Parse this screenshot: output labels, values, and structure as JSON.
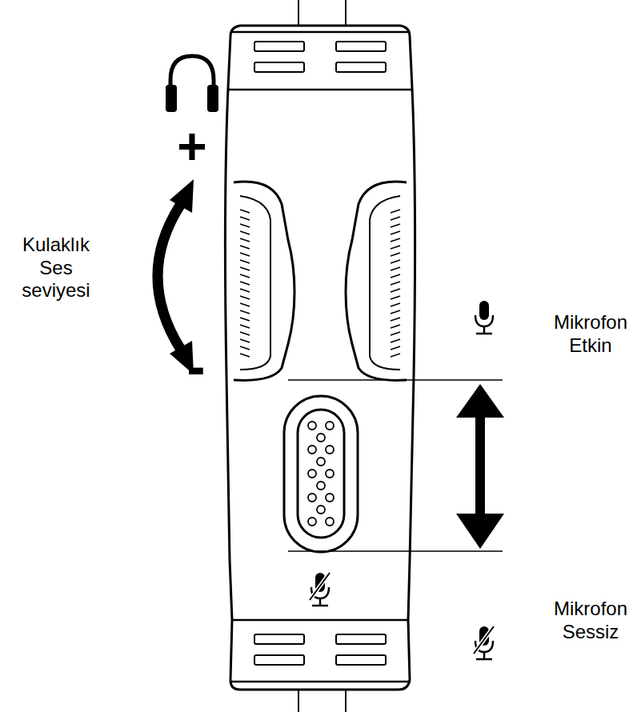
{
  "diagram": {
    "labels": [
      "Kulaklık Ses seviyesi",
      "+",
      "-",
      "Mikrofon Etkin",
      "Mikrofon Sessiz"
    ]
  }
}
